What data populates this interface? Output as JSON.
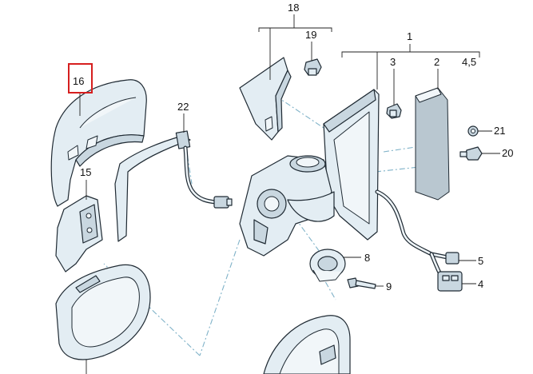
{
  "callouts": {
    "c1": "1",
    "c2": "2",
    "c3": "3",
    "c45": "4,5",
    "c4": "4",
    "c5": "5",
    "c8": "8",
    "c9": "9",
    "c15": "15",
    "c16": "16",
    "c18": "18",
    "c19": "19",
    "c20": "20",
    "c21": "21",
    "c22": "22"
  },
  "colors": {
    "part_fill": "#e3edf3",
    "outline": "#1f2a33",
    "leader_dashed": "#7fb2c8",
    "highlight": "#d61f1f"
  }
}
